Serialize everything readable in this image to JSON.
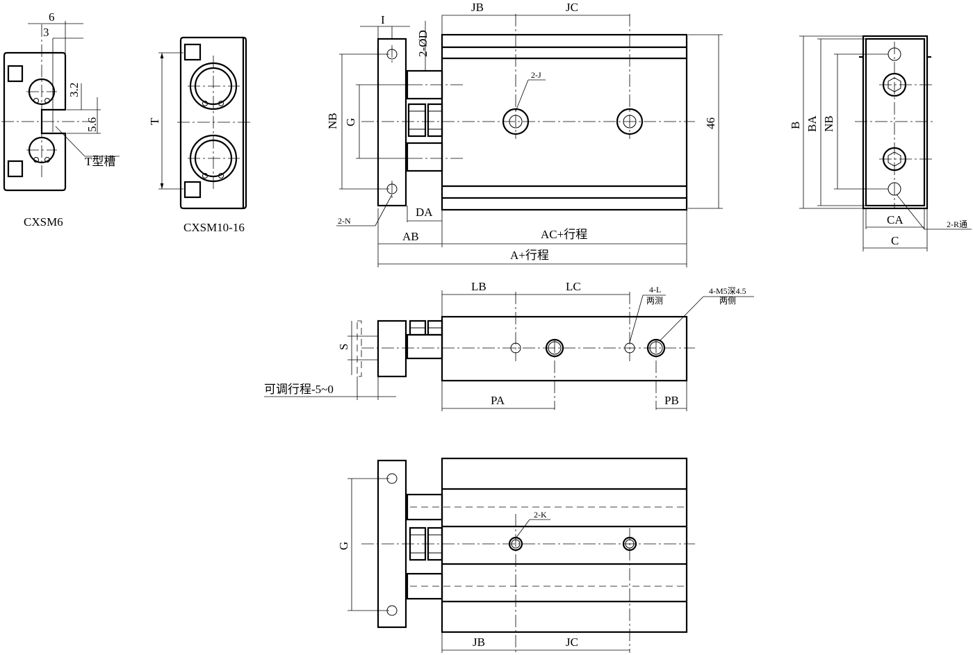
{
  "sections": {
    "cxsm6": "CXSM6",
    "cxsm10_16": "CXSM10-16"
  },
  "profile_dims": {
    "d6": "6",
    "d3": "3",
    "d3_2": "3.2",
    "d5_6": "5.6",
    "t_slot": "T型槽",
    "T": "T"
  },
  "top_view": {
    "I": "I",
    "D": "2-ØD",
    "JB": "JB",
    "JC": "JC",
    "J": "2-J",
    "NB": "NB",
    "G": "G",
    "h46": "46",
    "DA": "DA",
    "N": "2-N",
    "AB": "AB",
    "AC": "AC+行程",
    "A": "A+行程"
  },
  "end_view": {
    "B": "B",
    "BA": "BA",
    "NB": "NB",
    "CA": "CA",
    "C": "C",
    "R": "2-R通"
  },
  "side_view": {
    "LB": "LB",
    "LC": "LC",
    "L_line1": "4-L",
    "L_line2": "两测",
    "M5_line1": "4-M5深4.5",
    "M5_line2": "两侧",
    "S": "S",
    "adjust": "可调行程-5~0",
    "PA": "PA",
    "PB": "PB"
  },
  "bottom_view": {
    "K": "2-K",
    "G": "G",
    "JB": "JB",
    "JC": "JC"
  }
}
